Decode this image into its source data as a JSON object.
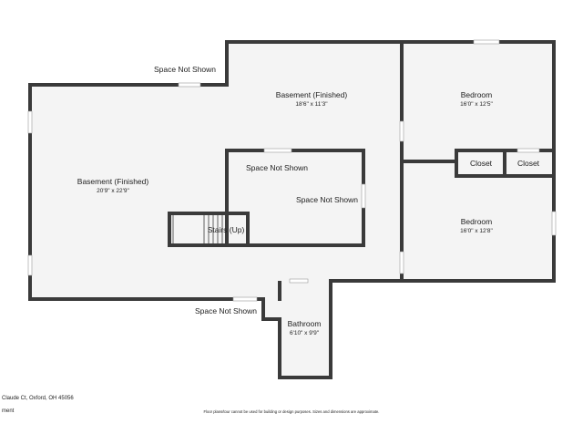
{
  "floorplan": {
    "rooms": {
      "basement_main": {
        "name": "Basement (Finished)",
        "dims": "20'9\" x 22'9\""
      },
      "basement_upper": {
        "name": "Basement (Finished)",
        "dims": "18'6\" x 11'3\""
      },
      "bedroom_top": {
        "name": "Bedroom",
        "dims": "16'0\" x 12'5\""
      },
      "bedroom_bottom": {
        "name": "Bedroom",
        "dims": "16'0\" x 12'8\""
      },
      "closet_left": {
        "name": "Closet"
      },
      "closet_right": {
        "name": "Closet"
      },
      "bathroom": {
        "name": "Bathroom",
        "dims": "6'10\" x 9'9\""
      },
      "stairs": {
        "name": "Stairs (Up)"
      }
    },
    "space_labels": {
      "top_left": "Space Not Shown",
      "inner_top": "Space Not Shown",
      "inner_right": "Space Not Shown",
      "bottom": "Space Not Shown"
    }
  },
  "footer": {
    "address": "Claude Ct, Oxford, OH 45056",
    "side_label": "ment",
    "disclaimer": "Floor plans/tour cannot be used for building or design purposes. Sizes and dimensions are approximate."
  },
  "colors": {
    "wall": "#3a3a3a",
    "floor": "#f4f4f4",
    "window": "#ffffff"
  }
}
